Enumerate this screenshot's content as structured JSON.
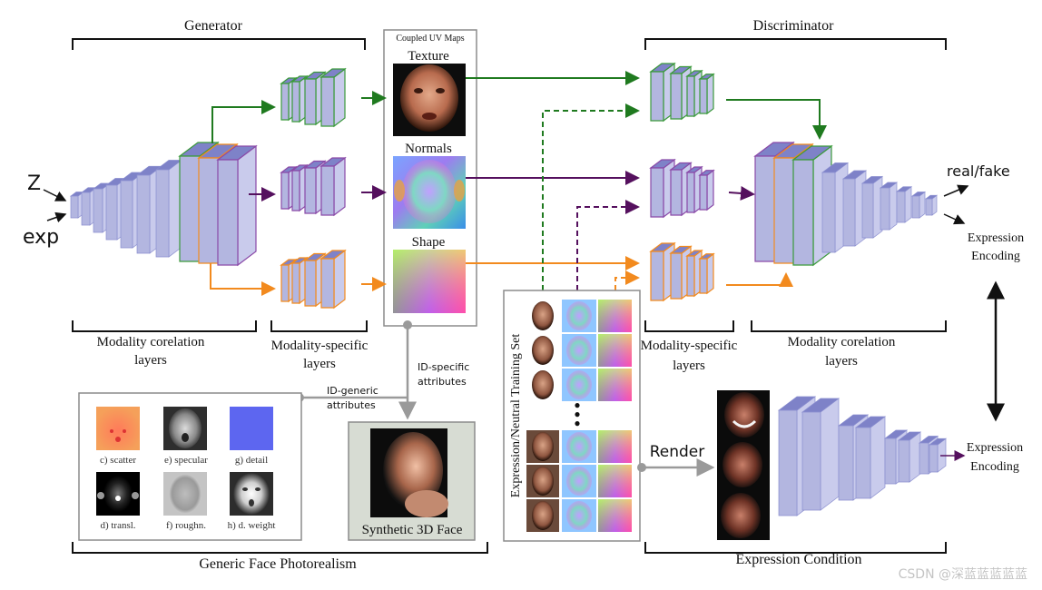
{
  "colors": {
    "layer_fill": "#b3b6e0",
    "layer_top": "#7e82c8",
    "green": "#1f7a1f",
    "purple": "#55105e",
    "orange": "#f28a1e",
    "gray": "#9a9a9a",
    "box_gray": "#d7dcd3"
  },
  "generator": {
    "title": "Generator",
    "input_z": "Z",
    "input_exp": "exp",
    "corelation_label": [
      "Modality corelation",
      "layers"
    ],
    "specific_label": [
      "Modality-specific",
      "layers"
    ]
  },
  "uv_maps": {
    "title": "Coupled UV Maps",
    "texture": "Texture",
    "normals": "Normals",
    "shape": "Shape"
  },
  "discriminator": {
    "title": "Discriminator",
    "specific_label": [
      "Modality-specific",
      "layers"
    ],
    "corelation_label": [
      "Modality corelation",
      "layers"
    ],
    "output_real_fake": "real/fake",
    "output_expression": [
      "Expression",
      "Encoding"
    ]
  },
  "training_set": {
    "label": "Expression/Neutral  Training Set",
    "dots": "•\n•\n•"
  },
  "attributes": {
    "id_generic": [
      "ID-generic",
      "attributes"
    ],
    "id_specific": [
      "ID-specific",
      "attributes"
    ]
  },
  "generic_maps": {
    "items": [
      {
        "key": "c",
        "label": "c) scatter"
      },
      {
        "key": "e",
        "label": "e) specular"
      },
      {
        "key": "g",
        "label": "g) detail"
      },
      {
        "key": "d",
        "label": "d) transl."
      },
      {
        "key": "f",
        "label": "f) roughn."
      },
      {
        "key": "h",
        "label": "h) d. weight"
      }
    ],
    "footer": "Generic Face Photorealism"
  },
  "synthetic": {
    "label": "Synthetic 3D Face"
  },
  "render": {
    "label": "Render"
  },
  "expression_condition": {
    "label": "Expression Condition",
    "output": [
      "Expression",
      "Encoding"
    ]
  },
  "watermark": "CSDN @深蓝蓝蓝蓝蓝"
}
